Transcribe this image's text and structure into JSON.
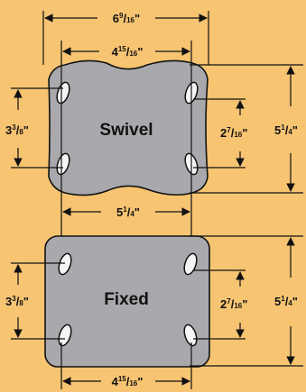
{
  "colors": {
    "background": "#f7c472",
    "plate_fill": "#a9a9ad",
    "plate_stroke": "#111111",
    "hole_fill": "#f5f5f5"
  },
  "plates": {
    "swivel": {
      "label": "Swivel"
    },
    "fixed": {
      "label": "Fixed"
    }
  },
  "dimensions": {
    "top_overall_width": {
      "whole": "6",
      "num": "9",
      "den": "16",
      "unit": "\""
    },
    "swivel_top_hole_spacing": {
      "whole": "4",
      "num": "15",
      "den": "16",
      "unit": "\""
    },
    "swivel_left_height": {
      "whole": "3",
      "num": "3",
      "den": "8",
      "unit": "\""
    },
    "swivel_right_inner_height": {
      "whole": "2",
      "num": "7",
      "den": "16",
      "unit": "\""
    },
    "swivel_right_outer_height": {
      "whole": "5",
      "num": "1",
      "den": "4",
      "unit": "\""
    },
    "middle_width": {
      "whole": "5",
      "num": "1",
      "den": "4",
      "unit": "\""
    },
    "fixed_left_height": {
      "whole": "3",
      "num": "3",
      "den": "8",
      "unit": "\""
    },
    "fixed_right_inner_height": {
      "whole": "2",
      "num": "7",
      "den": "16",
      "unit": "\""
    },
    "fixed_right_outer_height": {
      "whole": "5",
      "num": "1",
      "den": "4",
      "unit": "\""
    },
    "bottom_hole_spacing": {
      "whole": "4",
      "num": "15",
      "den": "16",
      "unit": "\""
    }
  }
}
